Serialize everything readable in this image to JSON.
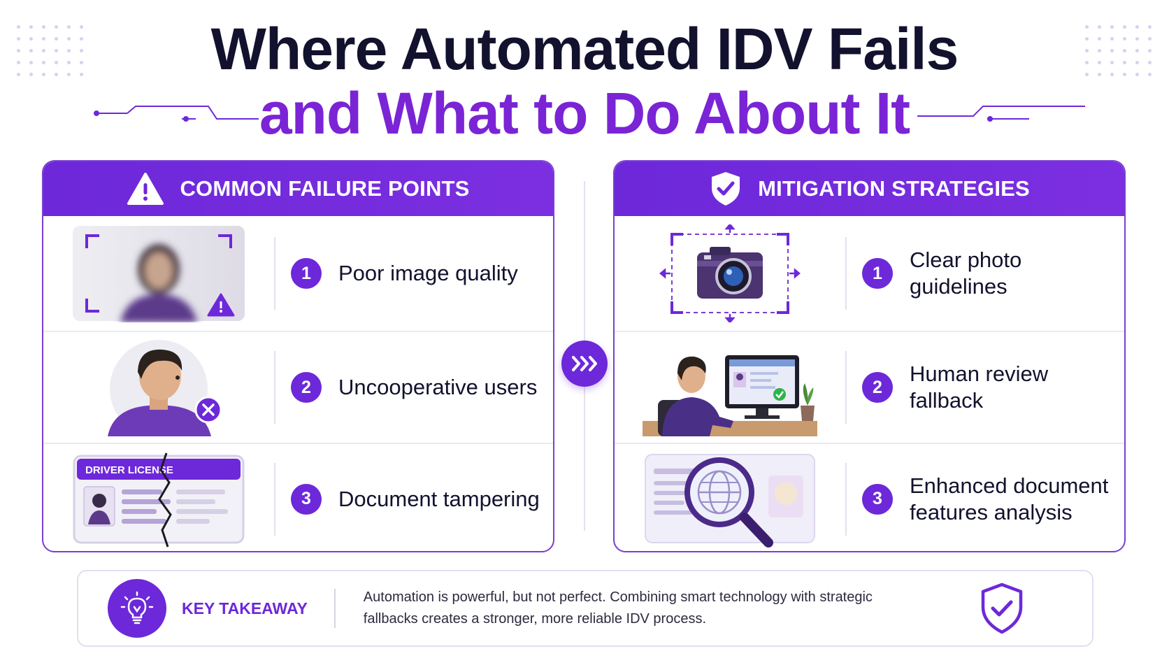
{
  "header": {
    "title_line1": "Where Automated IDV Fails",
    "title_line2": "and What to Do About It"
  },
  "failure_panel": {
    "title": "COMMON FAILURE POINTS",
    "items": [
      {
        "number": "1",
        "label": "Poor image quality"
      },
      {
        "number": "2",
        "label": "Uncooperative users"
      },
      {
        "number": "3",
        "label": "Document tampering"
      }
    ],
    "license_text": "DRIVER LICENSE"
  },
  "mitigation_panel": {
    "title": "MITIGATION STRATEGIES",
    "items": [
      {
        "number": "1",
        "label": "Clear photo guidelines"
      },
      {
        "number": "2",
        "label": "Human review fallback"
      },
      {
        "number": "3",
        "label": "Enhanced document features analysis"
      }
    ]
  },
  "takeaway": {
    "title": "KEY TAKEAWAY",
    "text": "Automation is powerful, but not perfect. Combining smart technology with strategic fallbacks creates a stronger, more reliable IDV process."
  },
  "colors": {
    "primary": "#6d28d9",
    "dark_text": "#12122e",
    "accent_purple": "#7a24d6"
  }
}
